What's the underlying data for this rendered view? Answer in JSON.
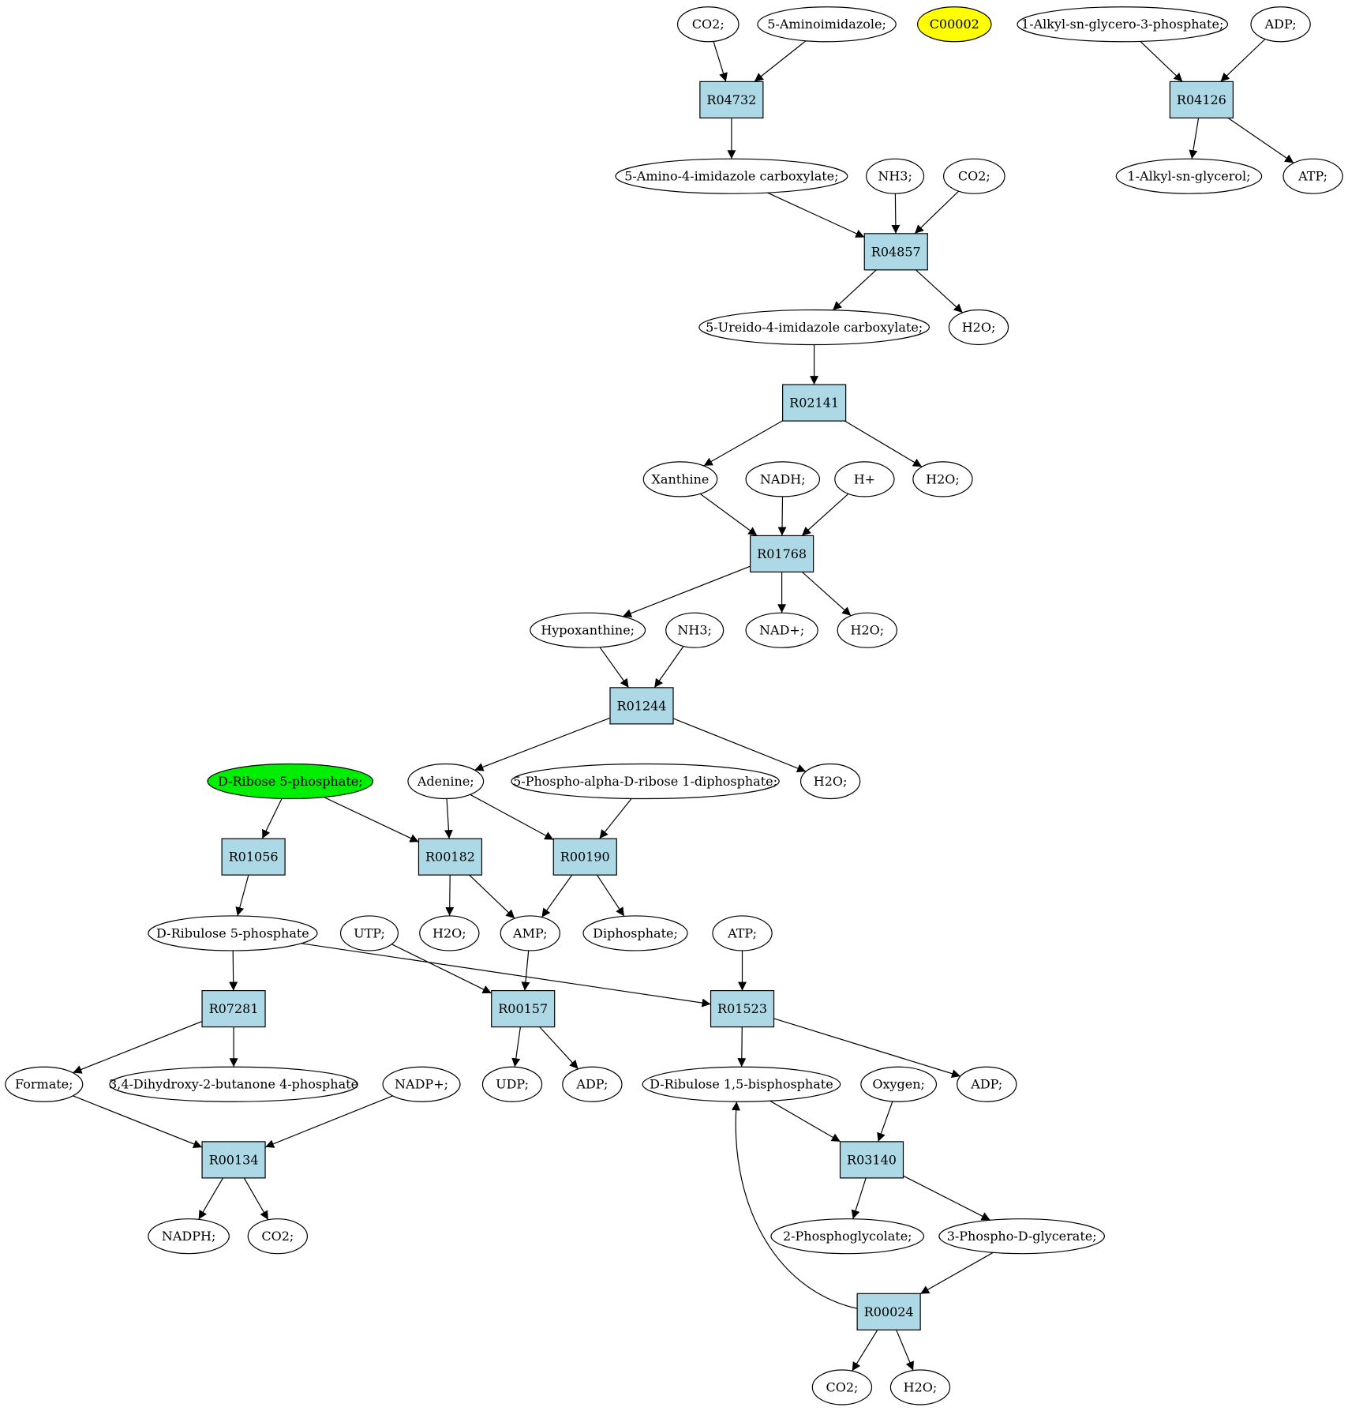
{
  "colors": {
    "reaction_fill": "#add8e6",
    "compound_fill": "#ffffff",
    "start_fill": "#00ee00",
    "highlight_fill": "#ffff00",
    "stroke": "#000000"
  },
  "reactions": [
    {
      "id": "r04732",
      "label": "R04732"
    },
    {
      "id": "r04126",
      "label": "R04126"
    },
    {
      "id": "r04857",
      "label": "R04857"
    },
    {
      "id": "r02141",
      "label": "R02141"
    },
    {
      "id": "r01768",
      "label": "R01768"
    },
    {
      "id": "r01244",
      "label": "R01244"
    },
    {
      "id": "r01056",
      "label": "R01056"
    },
    {
      "id": "r00182",
      "label": "R00182"
    },
    {
      "id": "r00190",
      "label": "R00190"
    },
    {
      "id": "r07281",
      "label": "R07281"
    },
    {
      "id": "r00157",
      "label": "R00157"
    },
    {
      "id": "r01523",
      "label": "R01523"
    },
    {
      "id": "r00134",
      "label": "R00134"
    },
    {
      "id": "r03140",
      "label": "R03140"
    },
    {
      "id": "r00024",
      "label": "R00024"
    }
  ],
  "compounds": [
    {
      "id": "co2_a",
      "label": "CO2;",
      "style": "plain"
    },
    {
      "id": "aminoimidazole",
      "label": "5-Aminoimidazole;",
      "style": "plain"
    },
    {
      "id": "c00002",
      "label": "C00002",
      "style": "highlight"
    },
    {
      "id": "alkyl_g3p",
      "label": "1-Alkyl-sn-glycero-3-phosphate;",
      "style": "plain"
    },
    {
      "id": "adp_a",
      "label": "ADP;",
      "style": "plain"
    },
    {
      "id": "amino_carbox",
      "label": "5-Amino-4-imidazole carboxylate;",
      "style": "plain"
    },
    {
      "id": "nh3_a",
      "label": "NH3;",
      "style": "plain"
    },
    {
      "id": "co2_b",
      "label": "CO2;",
      "style": "plain"
    },
    {
      "id": "alkyl_glycerol",
      "label": "1-Alkyl-sn-glycerol;",
      "style": "plain"
    },
    {
      "id": "atp_a",
      "label": "ATP;",
      "style": "plain"
    },
    {
      "id": "ureido_carbox",
      "label": "5-Ureido-4-imidazole carboxylate;",
      "style": "plain"
    },
    {
      "id": "h2o_a",
      "label": "H2O;",
      "style": "plain"
    },
    {
      "id": "xanthine",
      "label": "Xanthine",
      "style": "plain"
    },
    {
      "id": "nadh",
      "label": "NADH;",
      "style": "plain"
    },
    {
      "id": "hplus",
      "label": "H+",
      "style": "plain"
    },
    {
      "id": "h2o_b",
      "label": "H2O;",
      "style": "plain"
    },
    {
      "id": "hypoxanthine",
      "label": "Hypoxanthine;",
      "style": "plain"
    },
    {
      "id": "nh3_b",
      "label": "NH3;",
      "style": "plain"
    },
    {
      "id": "nadplus",
      "label": "NAD+;",
      "style": "plain"
    },
    {
      "id": "h2o_c",
      "label": "H2O;",
      "style": "plain"
    },
    {
      "id": "ribose5p",
      "label": "D-Ribose 5-phosphate;",
      "style": "start"
    },
    {
      "id": "adenine",
      "label": "Adenine;",
      "style": "plain"
    },
    {
      "id": "prpp",
      "label": "5-Phospho-alpha-D-ribose 1-diphosphate;",
      "style": "plain"
    },
    {
      "id": "h2o_d",
      "label": "H2O;",
      "style": "plain"
    },
    {
      "id": "ribulose5p",
      "label": "D-Ribulose 5-phosphate",
      "style": "plain"
    },
    {
      "id": "utp",
      "label": "UTP;",
      "style": "plain"
    },
    {
      "id": "h2o_e",
      "label": "H2O;",
      "style": "plain"
    },
    {
      "id": "amp",
      "label": "AMP;",
      "style": "plain"
    },
    {
      "id": "diphosphate",
      "label": "Diphosphate;",
      "style": "plain"
    },
    {
      "id": "atp_b",
      "label": "ATP;",
      "style": "plain"
    },
    {
      "id": "formate",
      "label": "Formate;",
      "style": "plain"
    },
    {
      "id": "dihydroxybutanone",
      "label": "3,4-Dihydroxy-2-butanone 4-phosphate",
      "style": "plain"
    },
    {
      "id": "nadpplus",
      "label": "NADP+;",
      "style": "plain"
    },
    {
      "id": "udp",
      "label": "UDP;",
      "style": "plain"
    },
    {
      "id": "adp_b",
      "label": "ADP;",
      "style": "plain"
    },
    {
      "id": "ribulose15bp",
      "label": "D-Ribulose 1,5-bisphosphate",
      "style": "plain"
    },
    {
      "id": "oxygen",
      "label": "Oxygen;",
      "style": "plain"
    },
    {
      "id": "adp_c",
      "label": "ADP;",
      "style": "plain"
    },
    {
      "id": "nadph",
      "label": "NADPH;",
      "style": "plain"
    },
    {
      "id": "co2_c",
      "label": "CO2;",
      "style": "plain"
    },
    {
      "id": "phosphoglycolate",
      "label": "2-Phosphoglycolate;",
      "style": "plain"
    },
    {
      "id": "phosphoglycerate",
      "label": "3-Phospho-D-glycerate;",
      "style": "plain"
    },
    {
      "id": "co2_d",
      "label": "CO2;",
      "style": "plain"
    },
    {
      "id": "h2o_f",
      "label": "H2O;",
      "style": "plain"
    }
  ],
  "edges": [
    [
      "co2_a",
      "r04732"
    ],
    [
      "aminoimidazole",
      "r04732"
    ],
    [
      "r04732",
      "amino_carbox"
    ],
    [
      "alkyl_g3p",
      "r04126"
    ],
    [
      "adp_a",
      "r04126"
    ],
    [
      "r04126",
      "alkyl_glycerol"
    ],
    [
      "r04126",
      "atp_a"
    ],
    [
      "amino_carbox",
      "r04857"
    ],
    [
      "nh3_a",
      "r04857"
    ],
    [
      "co2_b",
      "r04857"
    ],
    [
      "r04857",
      "ureido_carbox"
    ],
    [
      "r04857",
      "h2o_a"
    ],
    [
      "ureido_carbox",
      "r02141"
    ],
    [
      "r02141",
      "xanthine"
    ],
    [
      "r02141",
      "h2o_b"
    ],
    [
      "xanthine",
      "r01768"
    ],
    [
      "nadh",
      "r01768"
    ],
    [
      "hplus",
      "r01768"
    ],
    [
      "r01768",
      "hypoxanthine"
    ],
    [
      "r01768",
      "nadplus"
    ],
    [
      "r01768",
      "h2o_c"
    ],
    [
      "hypoxanthine",
      "r01244"
    ],
    [
      "nh3_b",
      "r01244"
    ],
    [
      "r01244",
      "adenine"
    ],
    [
      "r01244",
      "h2o_d"
    ],
    [
      "ribose5p",
      "r01056"
    ],
    [
      "ribose5p",
      "r00182"
    ],
    [
      "adenine",
      "r00182"
    ],
    [
      "adenine",
      "r00190"
    ],
    [
      "prpp",
      "r00190"
    ],
    [
      "r01056",
      "ribulose5p"
    ],
    [
      "r00182",
      "h2o_e"
    ],
    [
      "r00182",
      "amp"
    ],
    [
      "r00190",
      "amp"
    ],
    [
      "r00190",
      "diphosphate"
    ],
    [
      "ribulose5p",
      "r07281"
    ],
    [
      "ribulose5p",
      "r01523"
    ],
    [
      "utp",
      "r00157"
    ],
    [
      "amp",
      "r00157"
    ],
    [
      "atp_b",
      "r01523"
    ],
    [
      "r07281",
      "formate"
    ],
    [
      "r07281",
      "dihydroxybutanone"
    ],
    [
      "r00157",
      "udp"
    ],
    [
      "r00157",
      "adp_b"
    ],
    [
      "r01523",
      "ribulose15bp"
    ],
    [
      "r01523",
      "adp_c"
    ],
    [
      "formate",
      "r00134"
    ],
    [
      "nadpplus",
      "r00134"
    ],
    [
      "r00134",
      "nadph"
    ],
    [
      "r00134",
      "co2_c"
    ],
    [
      "ribulose15bp",
      "r03140"
    ],
    [
      "oxygen",
      "r03140"
    ],
    [
      "r03140",
      "phosphoglycolate"
    ],
    [
      "r03140",
      "phosphoglycerate"
    ],
    [
      "phosphoglycerate",
      "r00024"
    ],
    [
      "r00024",
      "ribulose15bp"
    ],
    [
      "r00024",
      "co2_d"
    ],
    [
      "r00024",
      "h2o_f"
    ]
  ]
}
